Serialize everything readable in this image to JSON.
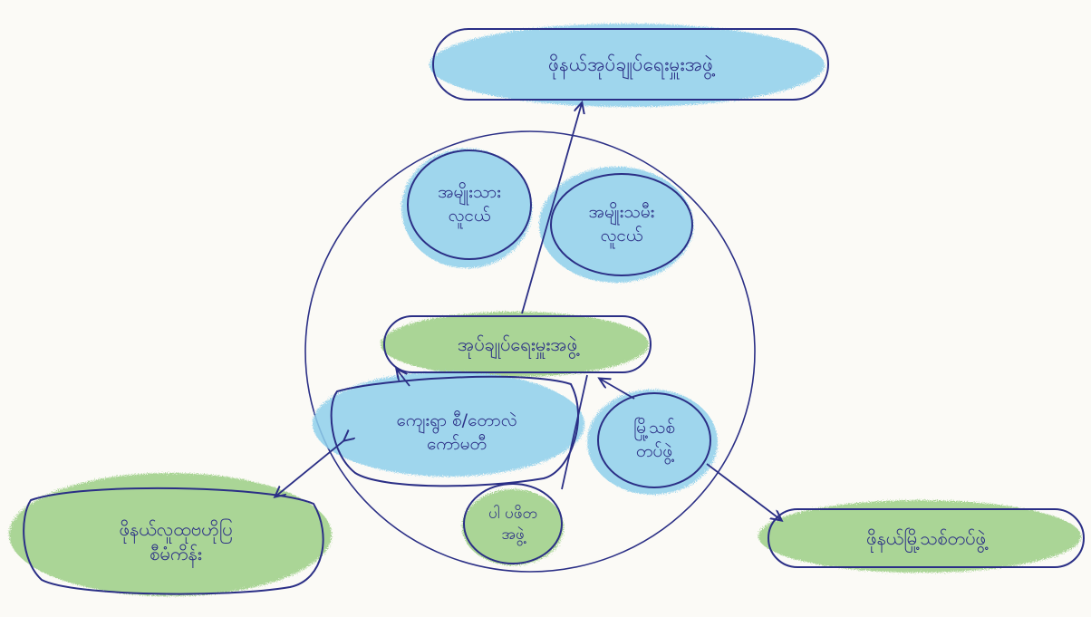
{
  "colors": {
    "ink": "#2b2f86",
    "blue_fill": "#8fd0ec",
    "green_fill": "#9ccf86",
    "paper": "#fbfaf6"
  },
  "nodes": {
    "top": "ဖိုနယ်အုပ်ချုပ်ရေးမှူးအဖွဲ့",
    "male": "အမျိုးသား\nလူငယ်",
    "female": "အမျိုးသမီး\nလူငယ်",
    "center": "အုပ်ချုပ်ရေးမှူးအဖွဲ့",
    "village": "ကျေးရွာ စီ/တောလဲ\nကော်မတီ",
    "women": "မြို့သစ်\nတပ်ဖွဲ့",
    "elder": "ပါ ပဖိတ\nအဖွဲ့",
    "left": "ဖိုနယ်လူထုဗဟိုပြ\nစီမံကိန်း",
    "right": "ဖိုနယ်မြို့သစ်တပ်ဖွဲ့"
  }
}
